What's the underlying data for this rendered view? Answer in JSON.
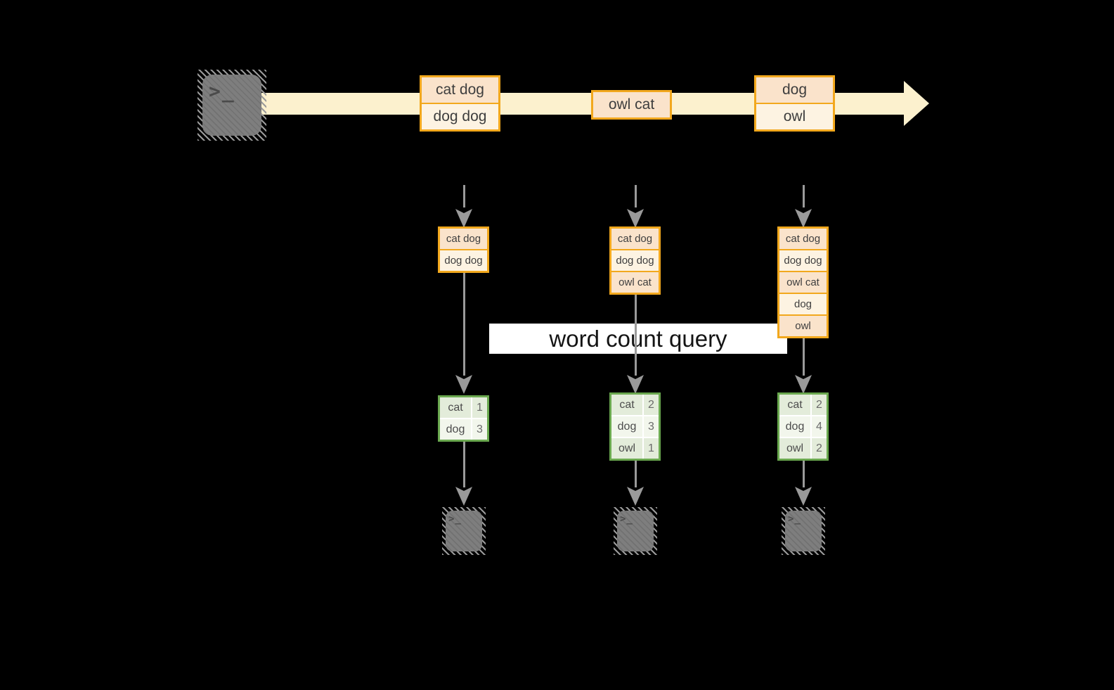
{
  "title": "streaming word count diagram",
  "terminal_prompt": ">_",
  "query_label": "word count query",
  "colors": {
    "background": "#000000",
    "stream_fill": "#fcf1ce",
    "record_border": "#f2a81d",
    "record_fill_dark": "#fae3cb",
    "record_fill_light": "#fdf3e2",
    "result_border": "#6aa84f",
    "result_fill_dark": "#e3ecda",
    "result_fill_light": "#f2f6ec",
    "arrow_gray": "#9a9a9a",
    "terminal_gray": "#7e7e7e",
    "label_background": "#ffffff"
  },
  "stream": {
    "batches": [
      {
        "records": [
          "cat dog",
          "dog dog"
        ]
      },
      {
        "records": [
          "owl cat"
        ]
      },
      {
        "records": [
          "dog",
          "owl"
        ]
      }
    ]
  },
  "columns": [
    {
      "snapshot": [
        "cat dog",
        "dog dog"
      ],
      "result": [
        [
          "cat",
          "1"
        ],
        [
          "dog",
          "3"
        ]
      ]
    },
    {
      "snapshot": [
        "cat dog",
        "dog dog",
        "owl cat"
      ],
      "result": [
        [
          "cat",
          "2"
        ],
        [
          "dog",
          "3"
        ],
        [
          "owl",
          "1"
        ]
      ]
    },
    {
      "snapshot": [
        "cat dog",
        "dog dog",
        "owl cat",
        "dog",
        "owl"
      ],
      "result": [
        [
          "cat",
          "2"
        ],
        [
          "dog",
          "4"
        ],
        [
          "owl",
          "2"
        ]
      ]
    }
  ]
}
